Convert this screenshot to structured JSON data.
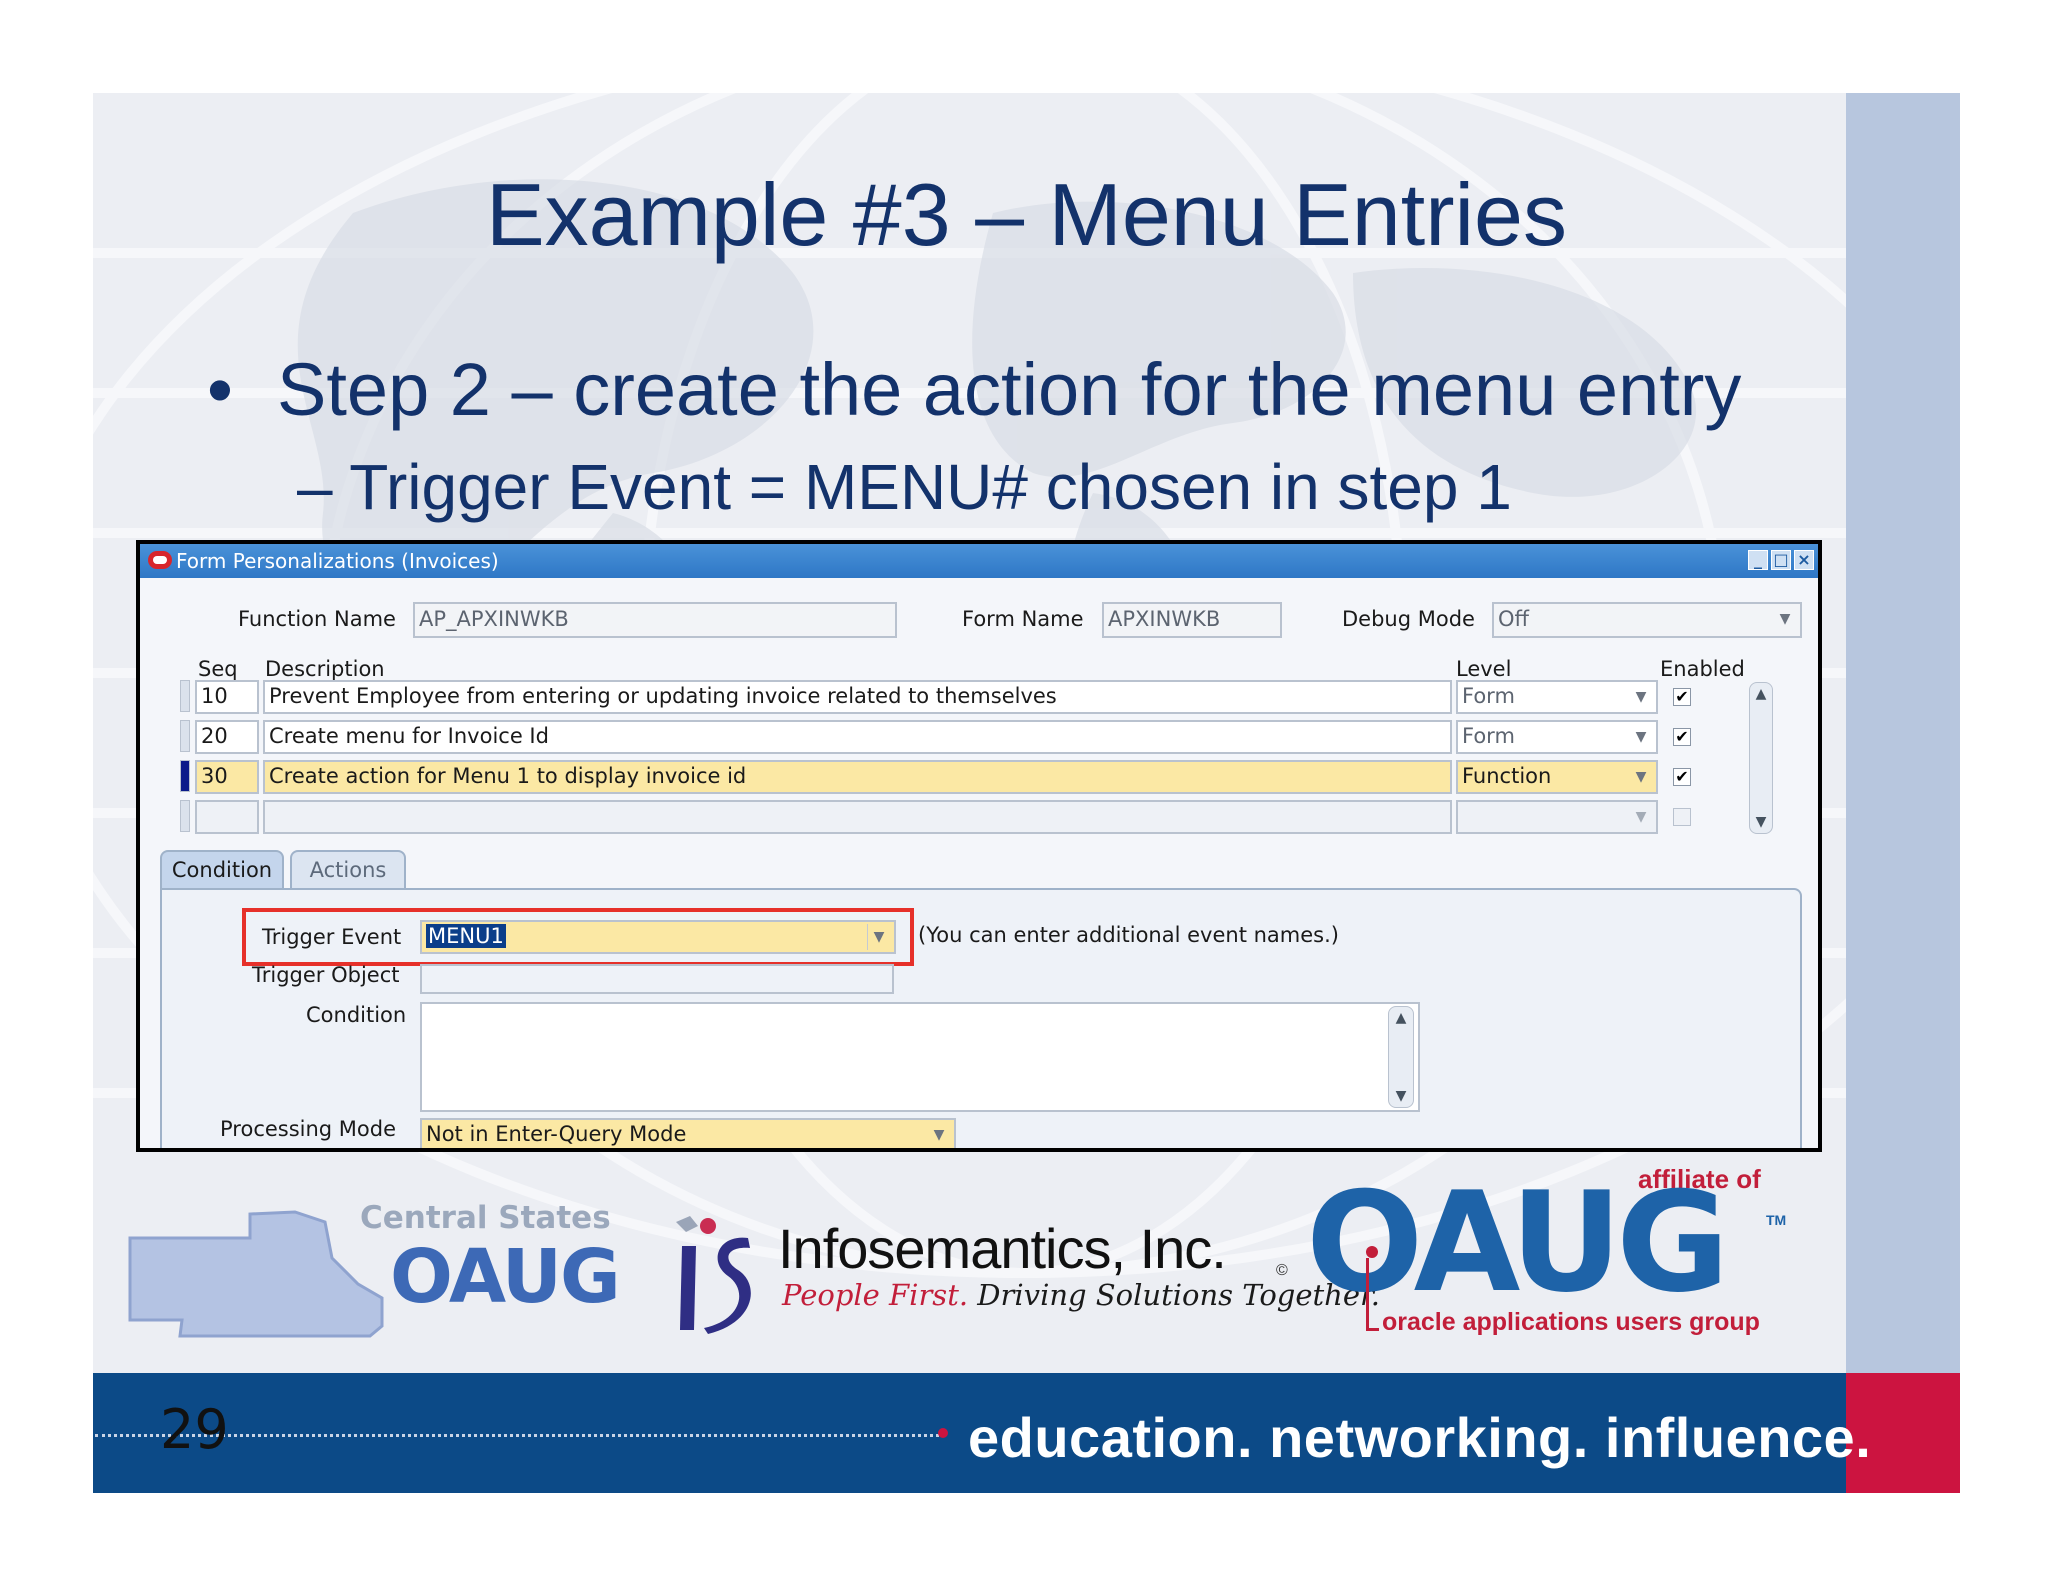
{
  "slide": {
    "title": "Example #3 – Menu Entries",
    "bullet_marker": "•",
    "bullet": "Step 2 – create the action for the menu entry",
    "sub_bullet": "– Trigger Event = MENU# chosen in step 1",
    "page_number": "29",
    "tagline": "education. networking. influence."
  },
  "window": {
    "title": "Form Personalizations (Invoices)",
    "controls": [
      "minimize",
      "maximize",
      "close"
    ]
  },
  "header": {
    "function_name_label": "Function Name",
    "function_name_value": "AP_APXINWKB",
    "form_name_label": "Form Name",
    "form_name_value": "APXINWKB",
    "debug_mode_label": "Debug Mode",
    "debug_mode_value": "Off"
  },
  "grid": {
    "columns": {
      "seq": "Seq",
      "description": "Description",
      "level": "Level",
      "enabled": "Enabled"
    },
    "rows": [
      {
        "seq": "10",
        "description": "Prevent Employee from entering or updating invoice related to themselves",
        "level": "Form",
        "enabled": true
      },
      {
        "seq": "20",
        "description": "Create menu for Invoice Id",
        "level": "Form",
        "enabled": true
      },
      {
        "seq": "30",
        "description": "Create action for Menu 1 to display invoice id",
        "level": "Function",
        "enabled": true
      },
      {
        "seq": "",
        "description": "",
        "level": "",
        "enabled": false
      }
    ],
    "current_row": 2
  },
  "tabs": [
    {
      "label": "Condition",
      "active": true
    },
    {
      "label": "Actions",
      "active": false
    }
  ],
  "condition": {
    "trigger_event_label": "Trigger Event",
    "trigger_event_value": "MENU1",
    "trigger_event_hint": "(You can enter additional event names.)",
    "trigger_object_label": "Trigger Object",
    "trigger_object_value": "",
    "condition_label": "Condition",
    "condition_value": "",
    "processing_mode_label": "Processing Mode",
    "processing_mode_value": "Not in Enter-Query Mode"
  },
  "logos": {
    "cs_oaug_line1": "Central States",
    "cs_oaug_line2": "OAUG",
    "infosemantics_name": "Infosemantics, Inc.",
    "infosemantics_slogan_red": "People First.",
    "infosemantics_slogan_rest": "Driving Solutions Together.",
    "copyright": "©",
    "affiliate_of": "affiliate of",
    "oaug": "OAUG",
    "trademark": "TM",
    "oaug_tagline": "oracle applications users group"
  },
  "colors": {
    "title_text": "#13326b",
    "footer_band": "#0c4a87",
    "footer_red": "#cc1440",
    "side_bar": "#b7c6de",
    "selected_row": "#fbe8a4",
    "highlight_box": "#e6302a",
    "window_titlebar": "#2e77c6"
  }
}
